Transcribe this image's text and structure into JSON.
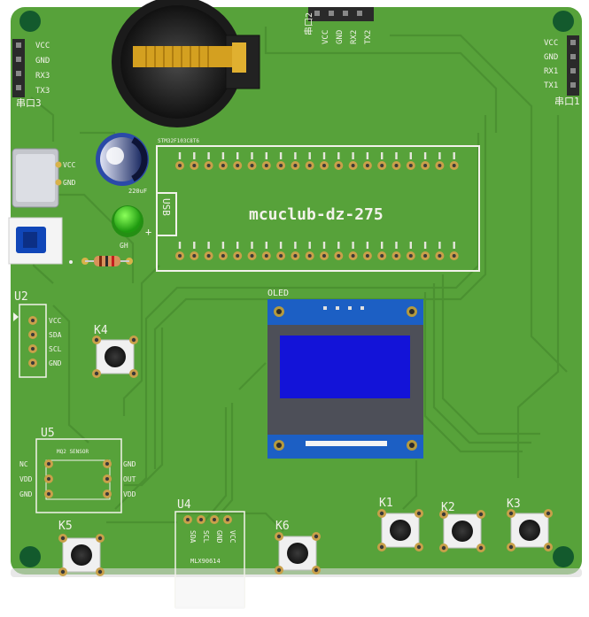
{
  "board": {
    "title": "mcuclub-dz-275",
    "colors": {
      "board": "#57a23a",
      "board_dark": "#3e7d2a",
      "trace": "#4a8f30",
      "silk": "#f2f2ea",
      "pad": "#d8b24a",
      "oled_blue": "#1313d8",
      "oled_pcb": "#1c5fc4"
    }
  },
  "connectors": {
    "uart2": {
      "label": "串口2",
      "pins": [
        "VCC",
        "GND",
        "RX2",
        "TX2"
      ]
    },
    "uart1": {
      "label": "串口1",
      "pins": [
        "VCC",
        "GND",
        "RX1",
        "TX1"
      ]
    },
    "uart3": {
      "label": "串口3",
      "pins": [
        "VCC",
        "GND",
        "RX3",
        "TX3"
      ]
    }
  },
  "power": {
    "usb_pins": [
      "VCC",
      "GND"
    ],
    "cap_label": "220uF",
    "led_label": "GH"
  },
  "mcu": {
    "usb_label": "USB",
    "top_header_caption": "STM32F103C8T6"
  },
  "u2": {
    "ref": "U2",
    "pins": [
      "VCC",
      "SDA",
      "SCL",
      "GND"
    ]
  },
  "u5": {
    "ref": "U5",
    "caption": "MQ2 SENSOR",
    "left_pins": [
      "NC",
      "VDD",
      "GND"
    ],
    "right_pins": [
      "GND",
      "OUT",
      "VDD"
    ]
  },
  "u4": {
    "ref": "U4",
    "pins": [
      "SDA",
      "SCL",
      "GND",
      "VCC"
    ],
    "caption": "MLX90614"
  },
  "oled": {
    "label": "OLED"
  },
  "keys": {
    "k1": "K1",
    "k2": "K2",
    "k3": "K3",
    "k4": "K4",
    "k5": "K5",
    "k6": "K6"
  }
}
